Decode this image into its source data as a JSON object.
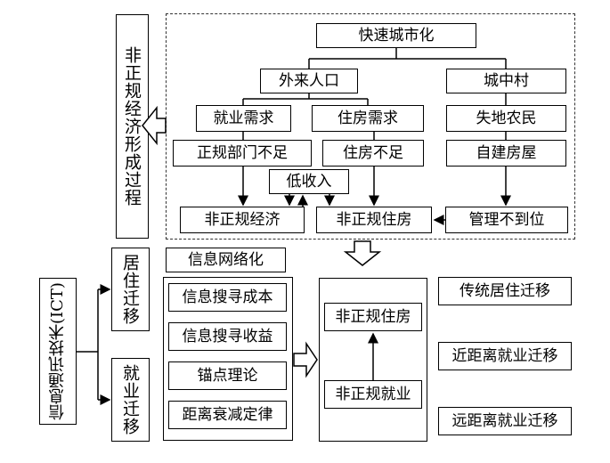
{
  "top": {
    "title": "快速城市化",
    "migrants": "外来人口",
    "urban_village": "城中村",
    "employment_demand": "就业需求",
    "housing_demand": "住房需求",
    "landless_farmers": "失地农民",
    "formal_sector_short": "正规部门不足",
    "housing_short": "住房不足",
    "self_built": "自建房屋",
    "low_income": "低收入",
    "informal_economy": "非正规经济",
    "informal_housing": "非正规住房",
    "poor_management": "管理不到位"
  },
  "side_label": "非正规经济形成过程",
  "bottom": {
    "ict": "信息通讯技术(ICT)",
    "residential_migration": "居住迁移",
    "employment_migration": "就业迁移",
    "info_network": "信息网络化",
    "search_cost": "信息搜寻成本",
    "search_benefit": "信息搜寻收益",
    "anchor_theory": "锚点理论",
    "distance_decay": "距离衰减定律",
    "informal_housing": "非正规住房",
    "informal_employment": "非正规就业",
    "traditional_migration": "传统居住迁移",
    "short_distance": "近距离就业迁移",
    "long_distance": "远距离就业迁移"
  }
}
